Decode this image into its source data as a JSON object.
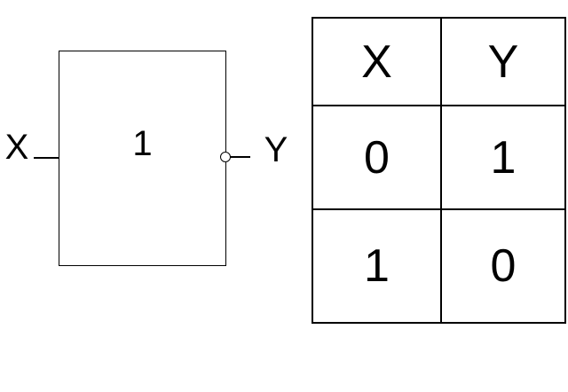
{
  "colors": {
    "ink": "#000000",
    "background": "#ffffff"
  },
  "gate": {
    "type_label": "1",
    "input_label": "X",
    "output_label": "Y"
  },
  "truth_table": {
    "headers": [
      "X",
      "Y"
    ],
    "rows": [
      [
        "0",
        "1"
      ],
      [
        "1",
        "0"
      ]
    ]
  }
}
